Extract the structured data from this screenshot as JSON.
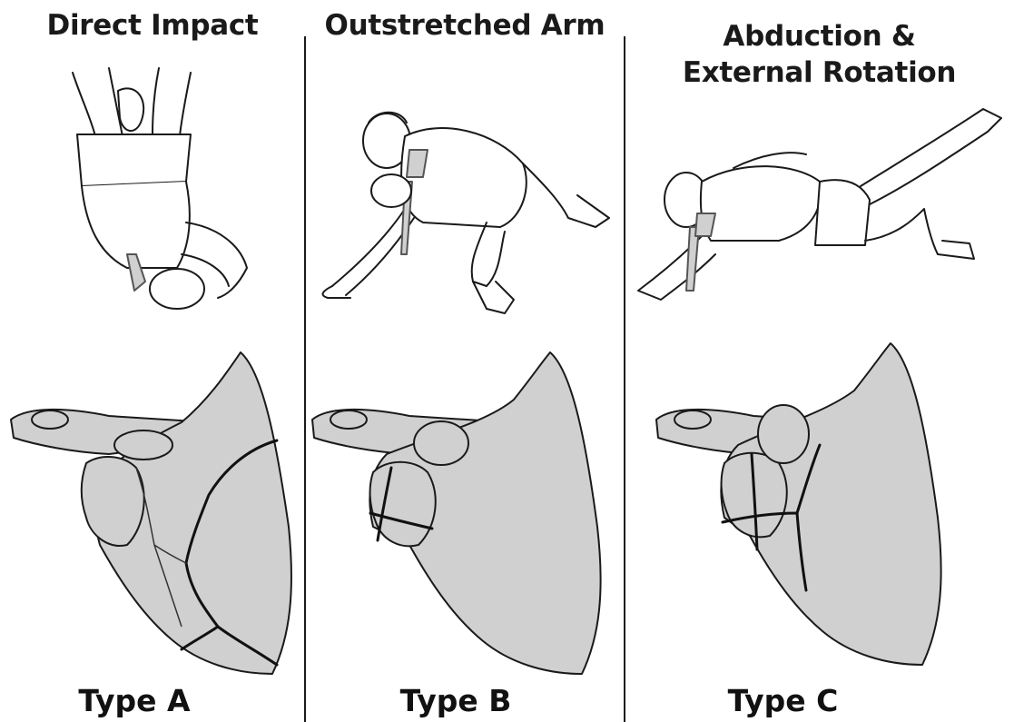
{
  "panels": [
    {
      "mechanism": "Direct Impact",
      "type_label": "Type A"
    },
    {
      "mechanism": "Outstretched Arm",
      "type_label": "Type B"
    },
    {
      "mechanism_line1": "Abduction &",
      "mechanism_line2": "External Rotation",
      "type_label": "Type C"
    }
  ],
  "colors": {
    "bone_fill": "#d0d0d0",
    "line": "#1a1a1a",
    "fracture": "#111111"
  }
}
